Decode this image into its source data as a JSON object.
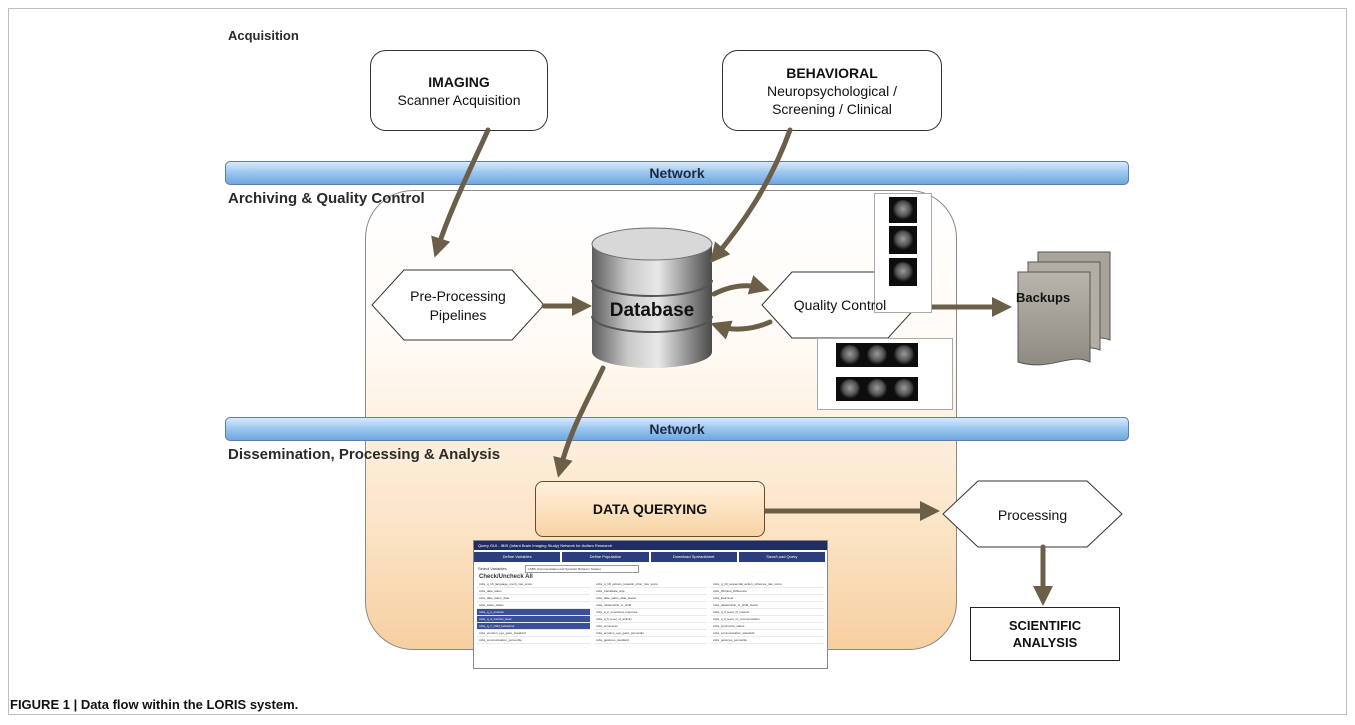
{
  "sections": {
    "acquisition": "Acquisition",
    "archiving": "Archiving & Quality Control",
    "dissemination": "Dissemination, Processing & Analysis"
  },
  "network": {
    "top": "Network",
    "bottom": "Network"
  },
  "nodes": {
    "imaging": {
      "title": "IMAGING",
      "subtitle": "Scanner Acquisition"
    },
    "behavioral": {
      "title": "BEHAVIORAL",
      "line1": "Neuropsychological /",
      "line2": "Screening / Clinical"
    },
    "preprocessing": {
      "line1": "Pre-Processing",
      "line2": "Pipelines"
    },
    "database": "Database",
    "quality_control": "Quality Control",
    "backups": "Backups",
    "data_querying": "DATA QUERYING",
    "processing": "Processing",
    "scientific_analysis": {
      "line1": "SCIENTIFIC",
      "line2": "ANALYSIS"
    }
  },
  "query_tool": {
    "header": "Query GUI - IBIS (Infant Brain Imaging Study) Network for Autism Research",
    "tabs": [
      "Define Variables",
      "Define Population",
      "Download Spreadsheet",
      "Save/Load Query"
    ],
    "select_label": "Select Variables",
    "select_value": "CSBS (Communication and Symbolic Behavior Scales)",
    "check_all": "Check/Uncheck All",
    "rows": [
      [
        "csbs_q_16_language_comp_raw_score",
        "csbs_q_18_actions_towards_other_raw_score",
        "csbs_q_19_sequential_action_schemes_raw_score"
      ],
      [
        "csbs_date_taken",
        "csbs_Candidate_Age",
        "csbs_Window_Difference"
      ],
      [
        "csbs_date_taken_date",
        "csbs_date_taken_date_status",
        "csbs_Examiner"
      ],
      [
        "csbs_sister_status",
        "csbs_relationship_to_child",
        "csbs_relationship_to_child_status"
      ],
      [
        "csbs_q_1_emotion",
        "csbs_q_2_emotional_response",
        "csbs_q_3_level_of_interest"
      ],
      [
        "csbs_q_4_comfort_level",
        "csbs_q_5_level_of_activity",
        "csbs_q_6_level_of_communication"
      ],
      [
        "csbs_q_7_child_behaviour",
        "csbs_comments",
        "csbs_comments_status"
      ],
      [
        "csbs_emotion_eye_gaze_standard",
        "csbs_emotion_eye_gaze_percentile",
        "csbs_communication_standard"
      ],
      [
        "csbs_communication_percentile",
        "csbs_gestures_standard",
        "csbs_gestures_percentile"
      ]
    ]
  },
  "caption": "FIGURE 1 | Data flow within the LORIS system.",
  "colors": {
    "arrow": "#6b5f4a",
    "network_bar": "#9fc8f0",
    "panel_gradient_end": "#f6cfa0",
    "database_gray": "#9a9a9a"
  }
}
